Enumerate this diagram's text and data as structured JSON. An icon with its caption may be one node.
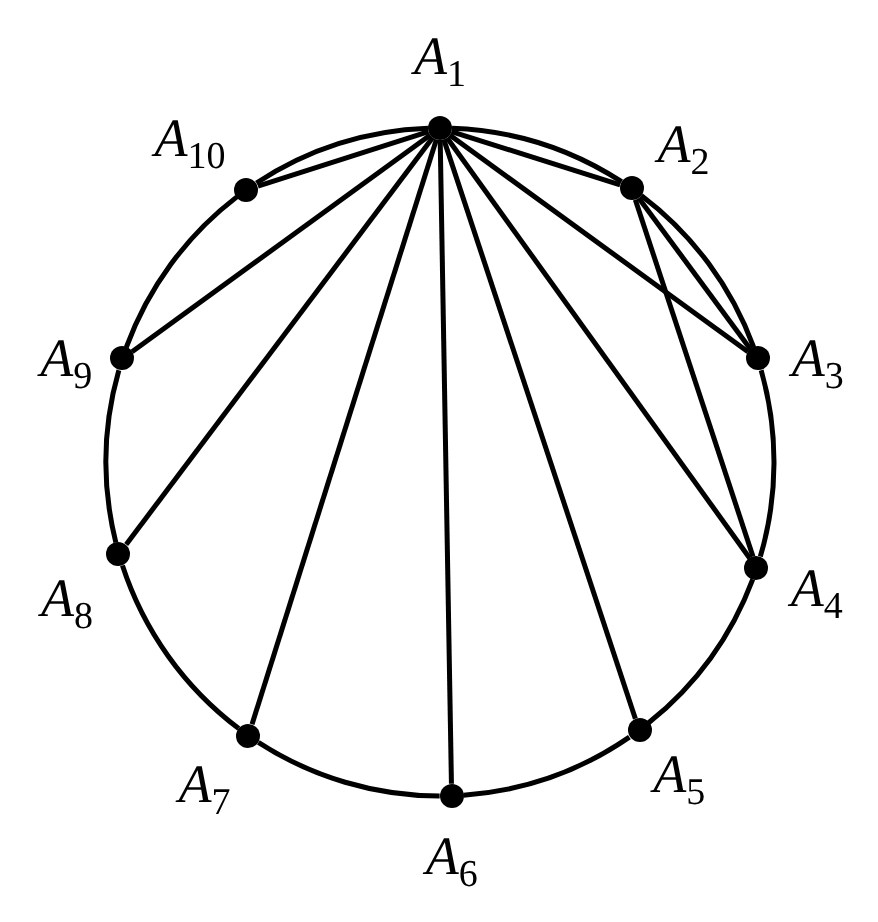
{
  "diagram": {
    "nodes": [
      {
        "text": [
          "A$_{1}$"
        ]
      },
      {
        "text": [
          "A$_{2}$"
        ]
      },
      {
        "text": [
          "A$_{3}$"
        ]
      },
      {
        "text": [
          "A$_{4}$"
        ]
      },
      {
        "text": [
          "A$_{5}$"
        ]
      },
      {
        "text": [
          "A$_{6}$"
        ]
      },
      {
        "text": [
          "A$_{7}$"
        ]
      },
      {
        "text": [
          "A$_{8}$"
        ]
      },
      {
        "text": [
          "A$_{9}$"
        ]
      },
      {
        "text": [
          "A$_{10}$"
        ]
      }
    ],
    "edges": [
      {
        "from": 0,
        "to": 1,
        "arrow": "none"
      },
      {
        "from": 0,
        "to": 2,
        "arrow": "none"
      },
      {
        "from": 0,
        "to": 3,
        "arrow": "none"
      },
      {
        "from": 0,
        "to": 4,
        "arrow": "none"
      },
      {
        "from": 0,
        "to": 5,
        "arrow": "none"
      },
      {
        "from": 0,
        "to": 6,
        "arrow": "none"
      },
      {
        "from": 0,
        "to": 7,
        "arrow": "none"
      },
      {
        "from": 0,
        "to": 8,
        "arrow": "none"
      },
      {
        "from": 0,
        "to": 9,
        "arrow": "none"
      },
      {
        "from": 1,
        "to": 2,
        "arrow": "none"
      },
      {
        "from": 1,
        "to": 3,
        "arrow": "none"
      },
      {
        "from": 0,
        "to": 1,
        "arrow": "none"
      },
      {
        "from": 1,
        "to": 2,
        "arrow": "none"
      },
      {
        "from": 2,
        "to": 3,
        "arrow": "none"
      },
      {
        "from": 3,
        "to": 4,
        "arrow": "none"
      },
      {
        "from": 4,
        "to": 5,
        "arrow": "none"
      },
      {
        "from": 5,
        "to": 6,
        "arrow": "none"
      },
      {
        "from": 6,
        "to": 7,
        "arrow": "none"
      },
      {
        "from": 7,
        "to": 8,
        "arrow": "none"
      },
      {
        "from": 8,
        "to": 9,
        "arrow": "none"
      },
      {
        "from": 9,
        "to": 0,
        "arrow": "none"
      }
    ]
  }
}
